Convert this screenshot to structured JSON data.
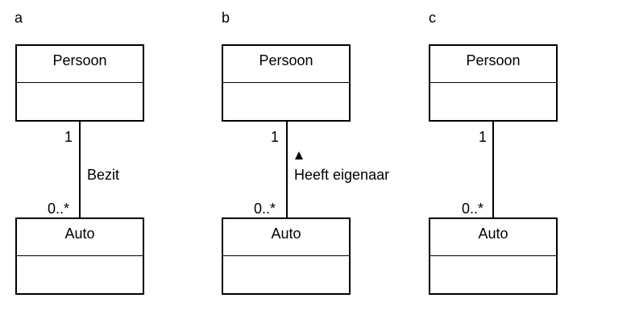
{
  "panels": [
    {
      "label": "a",
      "top_class": {
        "name": "Persoon"
      },
      "bottom_class": {
        "name": "Auto"
      },
      "association": {
        "top_multiplicity": "1",
        "bottom_multiplicity": "0..*",
        "name": "Bezit"
      }
    },
    {
      "label": "b",
      "top_class": {
        "name": "Persoon"
      },
      "bottom_class": {
        "name": "Auto"
      },
      "association": {
        "top_multiplicity": "1",
        "bottom_multiplicity": "0..*",
        "name": "Heeft eigenaar",
        "reading_direction": "up"
      }
    },
    {
      "label": "c",
      "top_class": {
        "name": "Persoon"
      },
      "bottom_class": {
        "name": "Auto"
      },
      "association": {
        "top_multiplicity": "1",
        "bottom_multiplicity": "0..*"
      }
    }
  ]
}
